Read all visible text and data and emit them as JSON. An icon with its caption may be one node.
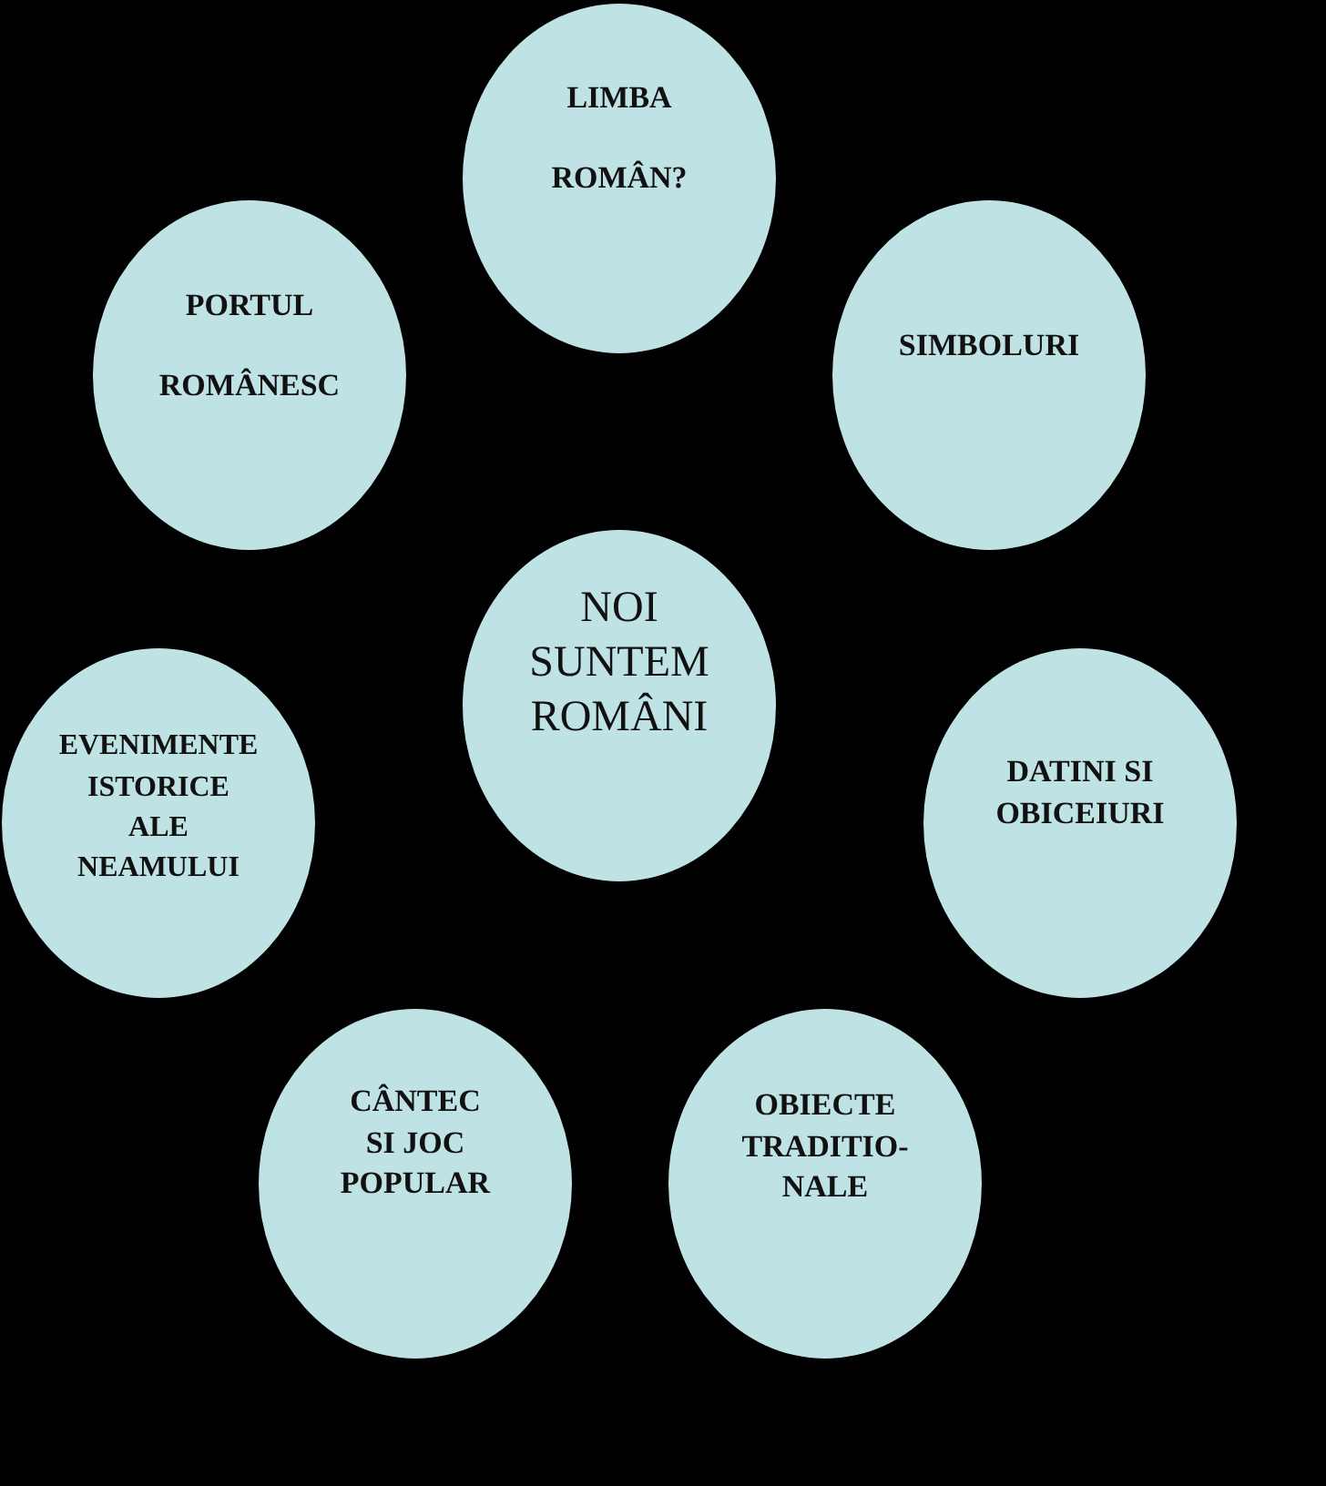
{
  "diagram": {
    "nodes": [
      {
        "text": [
          "LIMBA ROMÂN?"
        ]
      },
      {
        "text": [
          "PORTUL ROMÂNESC"
        ]
      },
      {
        "text": [
          "SIMBOLURI"
        ]
      },
      {
        "text": [
          "NOI SUNTEM ROMÂNI"
        ]
      },
      {
        "text": [
          "EVENIMENTE ISTORICE ALE NEAMULUI"
        ]
      },
      {
        "text": [
          "DATINI SI OBICEIURI"
        ]
      },
      {
        "text": [
          "CÂNTEC SI JOC POPULAR"
        ]
      },
      {
        "text": [
          "OBIECTE TRADITIO- NALE"
        ]
      }
    ]
  }
}
